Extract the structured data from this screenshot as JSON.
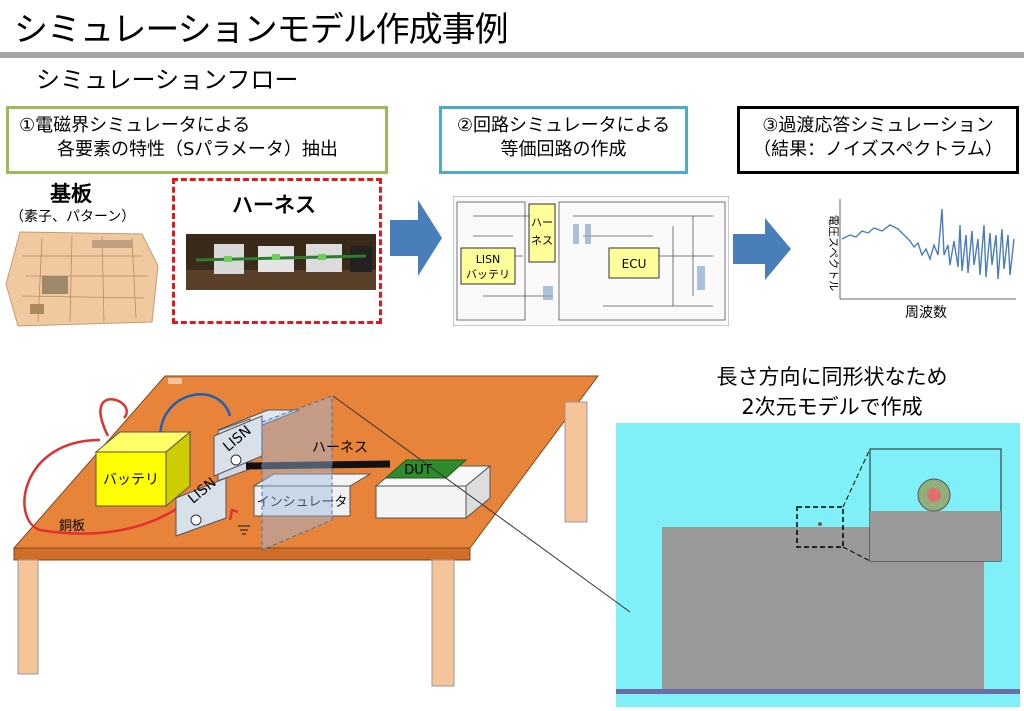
{
  "title": "シミュレーションモデル作成事例",
  "section": "シミュレーションフロー",
  "steps": {
    "s1_line1": "①電磁界シミュレータによる",
    "s1_line2": "各要素の特性（Sパラメータ）抽出",
    "s2_line1": "②回路シミュレータによる",
    "s2_line2": "等価回路の作成",
    "s3_line1": "③過渡応答シミュレーション",
    "s3_line2": "（結果：ノイズスペクトラム）"
  },
  "board": {
    "label": "基板",
    "sublabel": "（素子、パターン）"
  },
  "harness_label": "ハーネス",
  "circuit": {
    "lisn": "LISN",
    "battery": "バッテリ",
    "harness_v1": "ハー",
    "harness_v2": "ネス",
    "ecu": "ECU"
  },
  "spectrum": {
    "ylabel": "電圧スペクトル",
    "xlabel": "周波数"
  },
  "setup": {
    "battery": "バッテリ",
    "lisn": "LISN",
    "harness": "ハーネス",
    "insulator": "インシュレータ",
    "dut": "DUT",
    "copper": "銅板"
  },
  "cross": {
    "caption1": "長さ方向に同形状なため",
    "caption2": "2次元モデルで作成"
  },
  "colors": {
    "step1_border": "#9bbb59",
    "step2_border": "#4bacc6",
    "harness_dash": "#e0191e",
    "arrow": "#4a7ebb",
    "table": "#e8843a",
    "battery": "#ffff00",
    "dut": "#2e8b2e",
    "cross_bg": "#7ff0f7",
    "cross_ground": "#999999"
  }
}
